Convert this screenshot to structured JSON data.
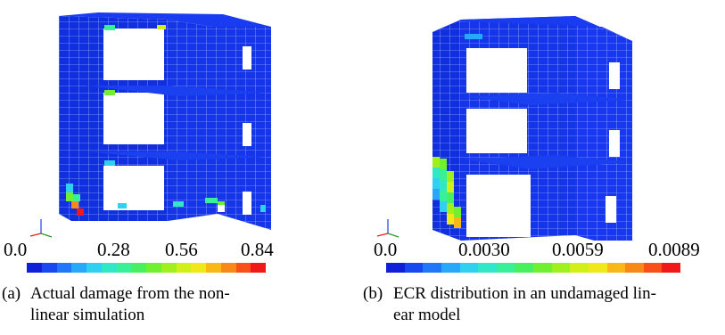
{
  "panels": [
    {
      "id": "a",
      "tick_labels": [
        "0.0",
        "0.28",
        "0.56",
        "0.84"
      ],
      "caption_tag": "(a)",
      "caption_line1": "Actual damage from the non-",
      "caption_line2": "linear simulation"
    },
    {
      "id": "b",
      "tick_labels": [
        "0.0",
        "0.0030",
        "0.0059",
        "0.0089"
      ],
      "caption_tag": "(b)",
      "caption_line1": "ECR distribution in an undamaged lin-",
      "caption_line2": "ear model"
    }
  ],
  "colorscale": [
    "#1020d8",
    "#1848f0",
    "#2078f8",
    "#28a8f8",
    "#30d0f0",
    "#30e8c8",
    "#38f098",
    "#48f060",
    "#70f030",
    "#a0f020",
    "#d0f018",
    "#f0e818",
    "#f8b818",
    "#f88818",
    "#f85018",
    "#f01818"
  ],
  "mesh_color": "#1030e0",
  "grid_color": "#c8d0ff"
}
